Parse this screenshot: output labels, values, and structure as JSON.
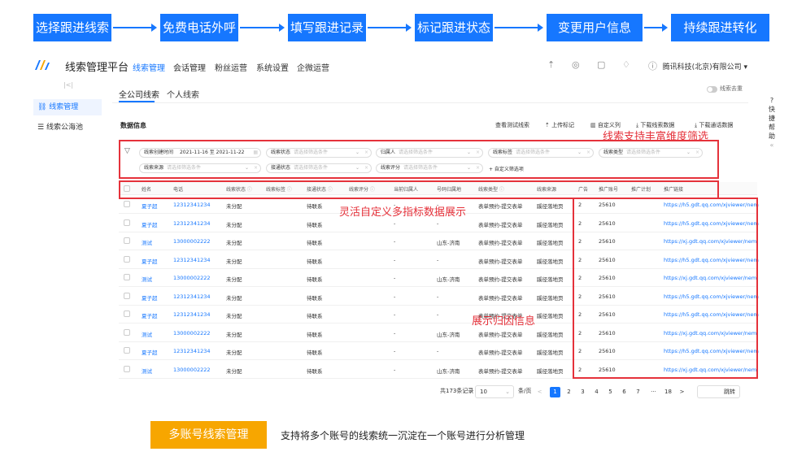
{
  "flow": {
    "steps": [
      "选择跟进线索",
      "免费电话外呼",
      "填写跟进记录",
      "标记跟进状态",
      "变更用户信息",
      "持续跟进转化"
    ],
    "color": "#1677ff"
  },
  "topbar": {
    "app_title": "线索管理平台",
    "nav": [
      "线索管理",
      "会话管理",
      "粉丝运营",
      "系统设置",
      "企微运营"
    ],
    "active_nav": "线索管理",
    "icons": [
      "upload-icon",
      "help-circle-icon",
      "document-icon",
      "bell-icon",
      "question-icon"
    ],
    "company": "腾讯科技(北京)有限公司 ▾"
  },
  "sidebar": {
    "collapse_mark": "|<|",
    "items": [
      "线索管理",
      "线索公海池"
    ]
  },
  "tabs": [
    "全公司线索",
    "个人线索"
  ],
  "dedup_label": "线索去重",
  "right_rail": "快捷帮助",
  "section_title": "数据信息",
  "actions": [
    "查看测试线索",
    "上传标记",
    "自定义列",
    "下载线索数据",
    "下载通话数据"
  ],
  "filters": {
    "row1": [
      {
        "label": "线索创建时间",
        "value": "2021-11-16 至 2021-11-22"
      },
      {
        "label": "线索状态",
        "placeholder": "请选择筛选条件"
      },
      {
        "label": "归属人",
        "placeholder": "请选择筛选条件"
      },
      {
        "label": "线索标签",
        "placeholder": "请选择筛选条件"
      },
      {
        "label": "线索类型",
        "placeholder": "请选择筛选条件"
      }
    ],
    "row2": [
      {
        "label": "线索来源",
        "placeholder": "请选择筛选条件"
      },
      {
        "label": "接通状态",
        "placeholder": "请选择筛选条件"
      },
      {
        "label": "线索评分",
        "placeholder": "请选择筛选条件"
      }
    ],
    "add_filter": "+ 自定义筛选项"
  },
  "table": {
    "columns": [
      "姓名",
      "电话",
      "线索状态",
      "线索标签",
      "接通状态",
      "线索评分",
      "当前归属人",
      "号码归属地",
      "线索类型",
      "线索来源",
      "广告",
      "推广账号",
      "推广计划",
      "推广链接"
    ],
    "rows": [
      [
        "夏子超",
        "12312341234",
        "未分配",
        "",
        "待联系",
        "",
        "-",
        "-",
        "表单预约-提交表单",
        "蹊径落地页",
        "2",
        "25610",
        "",
        "https://h5.gdt.qq.com/xjviewer/nem"
      ],
      [
        "夏子超",
        "12312341234",
        "未分配",
        "",
        "待联系",
        "",
        "-",
        "-",
        "表单预约-提交表单",
        "蹊径落地页",
        "2",
        "25610",
        "",
        "https://h5.gdt.qq.com/xjviewer/nem"
      ],
      [
        "测试",
        "13000002222",
        "未分配",
        "",
        "待联系",
        "",
        "-",
        "山东-济南",
        "表单预约-提交表单",
        "蹊径落地页",
        "2",
        "25610",
        "",
        "https://xj.gdt.qq.com/xjviewer/nem"
      ],
      [
        "夏子超",
        "12312341234",
        "未分配",
        "",
        "待联系",
        "",
        "-",
        "-",
        "表单预约-提交表单",
        "蹊径落地页",
        "2",
        "25610",
        "",
        "https://h5.gdt.qq.com/xjviewer/nem"
      ],
      [
        "测试",
        "13000002222",
        "未分配",
        "",
        "待联系",
        "",
        "-",
        "山东-济南",
        "表单预约-提交表单",
        "蹊径落地页",
        "2",
        "25610",
        "",
        "https://xj.gdt.qq.com/xjviewer/nem"
      ],
      [
        "夏子超",
        "12312341234",
        "未分配",
        "",
        "待联系",
        "",
        "-",
        "-",
        "表单预约-提交表单",
        "蹊径落地页",
        "2",
        "25610",
        "",
        "https://h5.gdt.qq.com/xjviewer/nem"
      ],
      [
        "夏子超",
        "12312341234",
        "未分配",
        "",
        "待联系",
        "",
        "-",
        "-",
        "表单预约-提交表单",
        "蹊径落地页",
        "2",
        "25610",
        "",
        "https://h5.gdt.qq.com/xjviewer/nem"
      ],
      [
        "测试",
        "13000002222",
        "未分配",
        "",
        "待联系",
        "",
        "-",
        "山东-济南",
        "表单预约-提交表单",
        "蹊径落地页",
        "2",
        "25610",
        "",
        "https://xj.gdt.qq.com/xjviewer/nem"
      ],
      [
        "夏子超",
        "12312341234",
        "未分配",
        "",
        "待联系",
        "",
        "-",
        "-",
        "表单预约-提交表单",
        "蹊径落地页",
        "2",
        "25610",
        "",
        "https://h5.gdt.qq.com/xjviewer/nem"
      ],
      [
        "测试",
        "13000002222",
        "未分配",
        "",
        "待联系",
        "",
        "-",
        "山东-济南",
        "表单预约-提交表单",
        "蹊径落地页",
        "2",
        "25610",
        "",
        "https://xj.gdt.qq.com/xjviewer/nem"
      ]
    ]
  },
  "annotations": {
    "filter": "线索支持丰富维度筛选",
    "columns": "灵活自定义多指标数据展示",
    "attribution": "展示归因信息",
    "color": "#e5323b"
  },
  "pagination": {
    "total": "共173条记录",
    "page_size": "10",
    "per_page_unit": "条/页",
    "pages": [
      "1",
      "2",
      "3",
      "4",
      "5",
      "6",
      "7",
      "···",
      "18"
    ],
    "current": "1",
    "prev": "<",
    "next": ">",
    "jump": "跳转"
  },
  "bottom": {
    "button": "多账号线索管理",
    "text": "支持将多个账号的线索统一沉淀在一个账号进行分析管理",
    "button_color": "#f7a600"
  }
}
